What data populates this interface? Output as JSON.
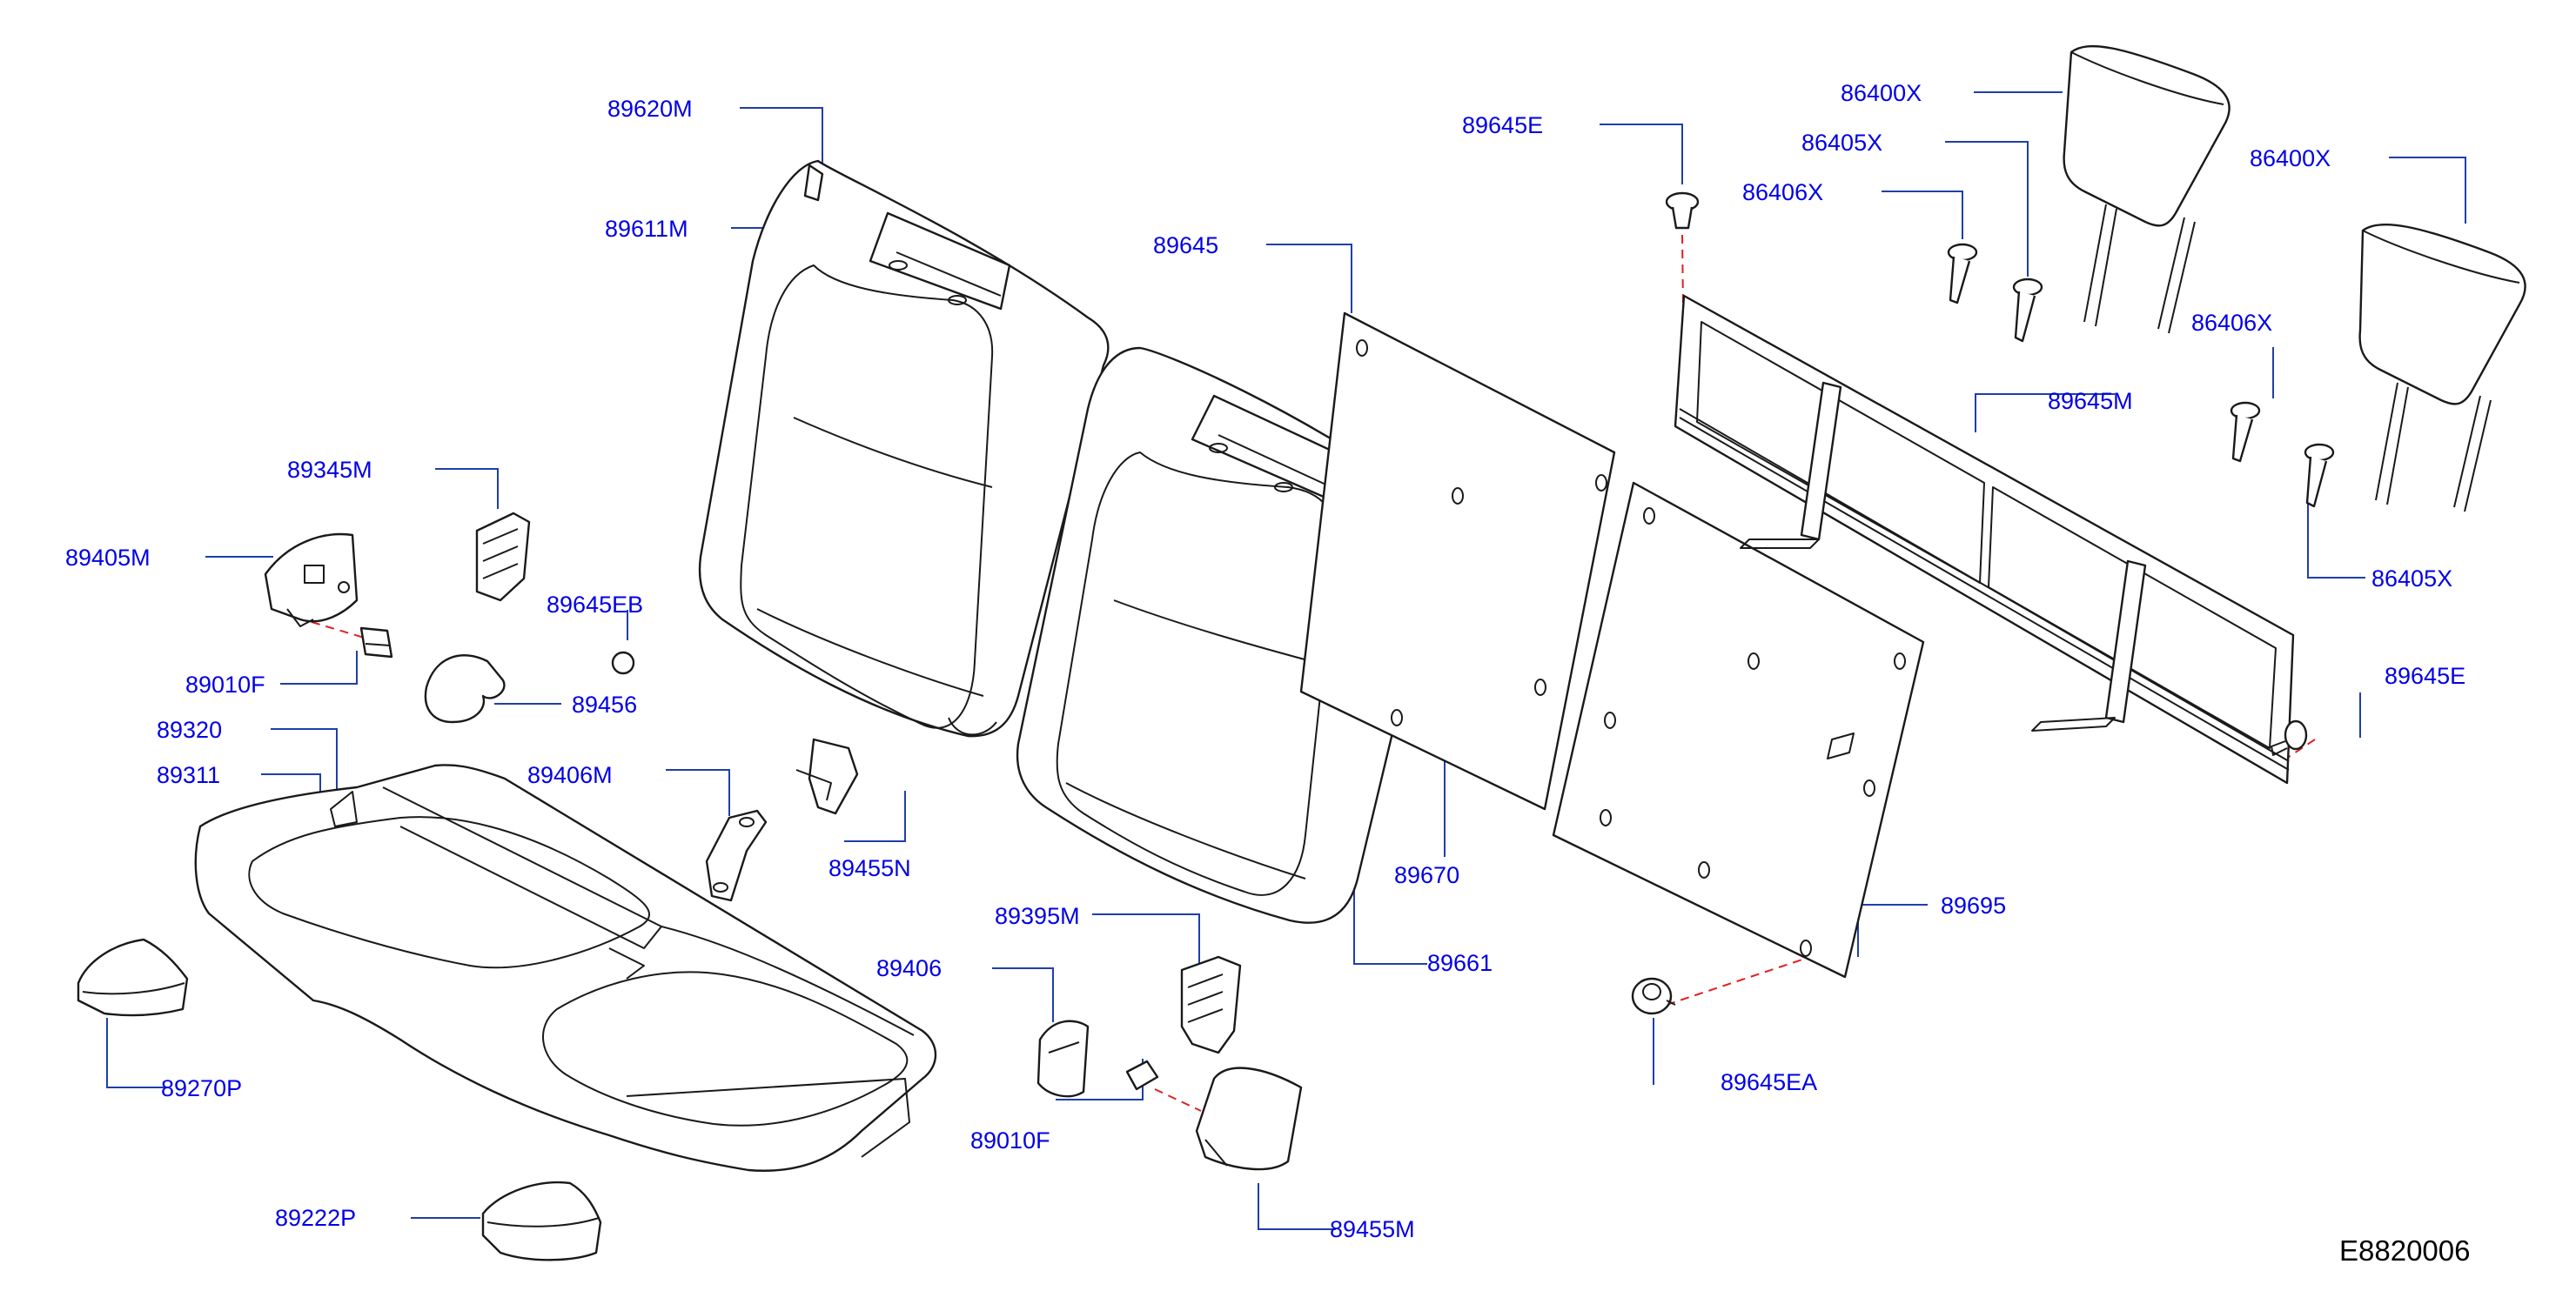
{
  "colors": {
    "label": "#0000e6",
    "leader": "#1f3fa8",
    "outline": "#1a1a1a",
    "dash": "#e02020"
  },
  "labels": {
    "p89620M": "89620M",
    "p89611M": "89611M",
    "p89645": "89645",
    "p89645E_top": "89645E",
    "p86400X_top": "86400X",
    "p86405X_top": "86405X",
    "p86406X_top": "86406X",
    "p86400X_right": "86400X",
    "p86406X_right": "86406X",
    "p89645M": "89645M",
    "p86405X_right": "86405X",
    "p89645E_right": "89645E",
    "p89345M": "89345M",
    "p89405M": "89405M",
    "p89645EB": "89645EB",
    "p89010F_left": "89010F",
    "p89456": "89456",
    "p89320": "89320",
    "p89311": "89311",
    "p89406M": "89406M",
    "p89455N": "89455N",
    "p89670": "89670",
    "p89661": "89661",
    "p89695": "89695",
    "p89395M": "89395M",
    "p89406": "89406",
    "p89010F_bottom": "89010F",
    "p89645EA": "89645EA",
    "p89270P": "89270P",
    "p89455M": "89455M",
    "p89222P": "89222P"
  },
  "diagram_id": "E8820006"
}
